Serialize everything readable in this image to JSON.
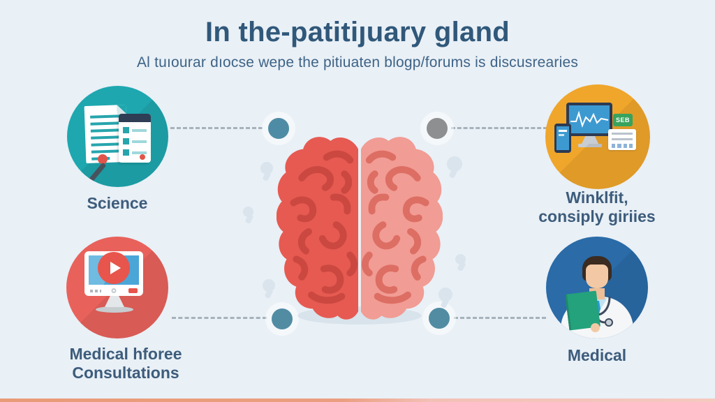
{
  "header": {
    "title": "In the-patitiȷuary gland",
    "subtitle": "Al tuıourar dıocse wepe the pitiuaten blogp/forums is discusrearies"
  },
  "features": [
    {
      "id": "science",
      "position": "top-left",
      "circle_color": "#1EA7AF",
      "icon": "document-and-tablet-icon",
      "lines": [
        "Science"
      ]
    },
    {
      "id": "health-monitoring",
      "position": "top-right",
      "circle_color": "#F0A62B",
      "icon": "vitals-monitor-icon",
      "badge": "SEB",
      "lines": [
        "Winklfit,",
        "consiply giriies"
      ]
    },
    {
      "id": "video-consultation",
      "position": "bottom-left",
      "circle_color": "#E8625B",
      "icon": "video-player-monitor-icon",
      "lines": [
        "Medical hforee",
        "Consultations"
      ]
    },
    {
      "id": "doctor",
      "position": "bottom-right",
      "circle_color": "#2A6BA8",
      "icon": "doctor-icon",
      "lines": [
        "Medical"
      ]
    }
  ],
  "center": {
    "illustration": "brain-top-view",
    "left_hemisphere_color": "#E65A52",
    "right_hemisphere_color": "#F19C94"
  },
  "connectors": {
    "line_style": "dashed",
    "dot_colors": {
      "top_left": "#4E8CA6",
      "top_right": "#8D8F90",
      "bottom_left": "#528CA3",
      "bottom_right": "#528CA3"
    }
  },
  "footer": {
    "accent_bar_colors": [
      "#E99A77",
      "#F5C8C0"
    ]
  },
  "palette": {
    "background": "#E9F0F6",
    "title_text": "#30587A",
    "subtitle_text": "#3E6386",
    "label_text": "#3D5C7C"
  }
}
